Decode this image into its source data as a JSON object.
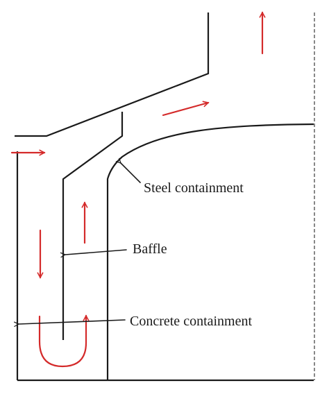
{
  "labels": {
    "steel": "Steel containment",
    "baffle": "Baffle",
    "concrete": "Concrete containment"
  },
  "icons": {
    "flow_arrow": "arrow-icon",
    "leader_arrow": "arrow-icon"
  },
  "colors": {
    "flow": "#d42a2a",
    "structure": "#1a1a1a",
    "leader": "#1a1a1a",
    "text": "#1a1a1a"
  }
}
